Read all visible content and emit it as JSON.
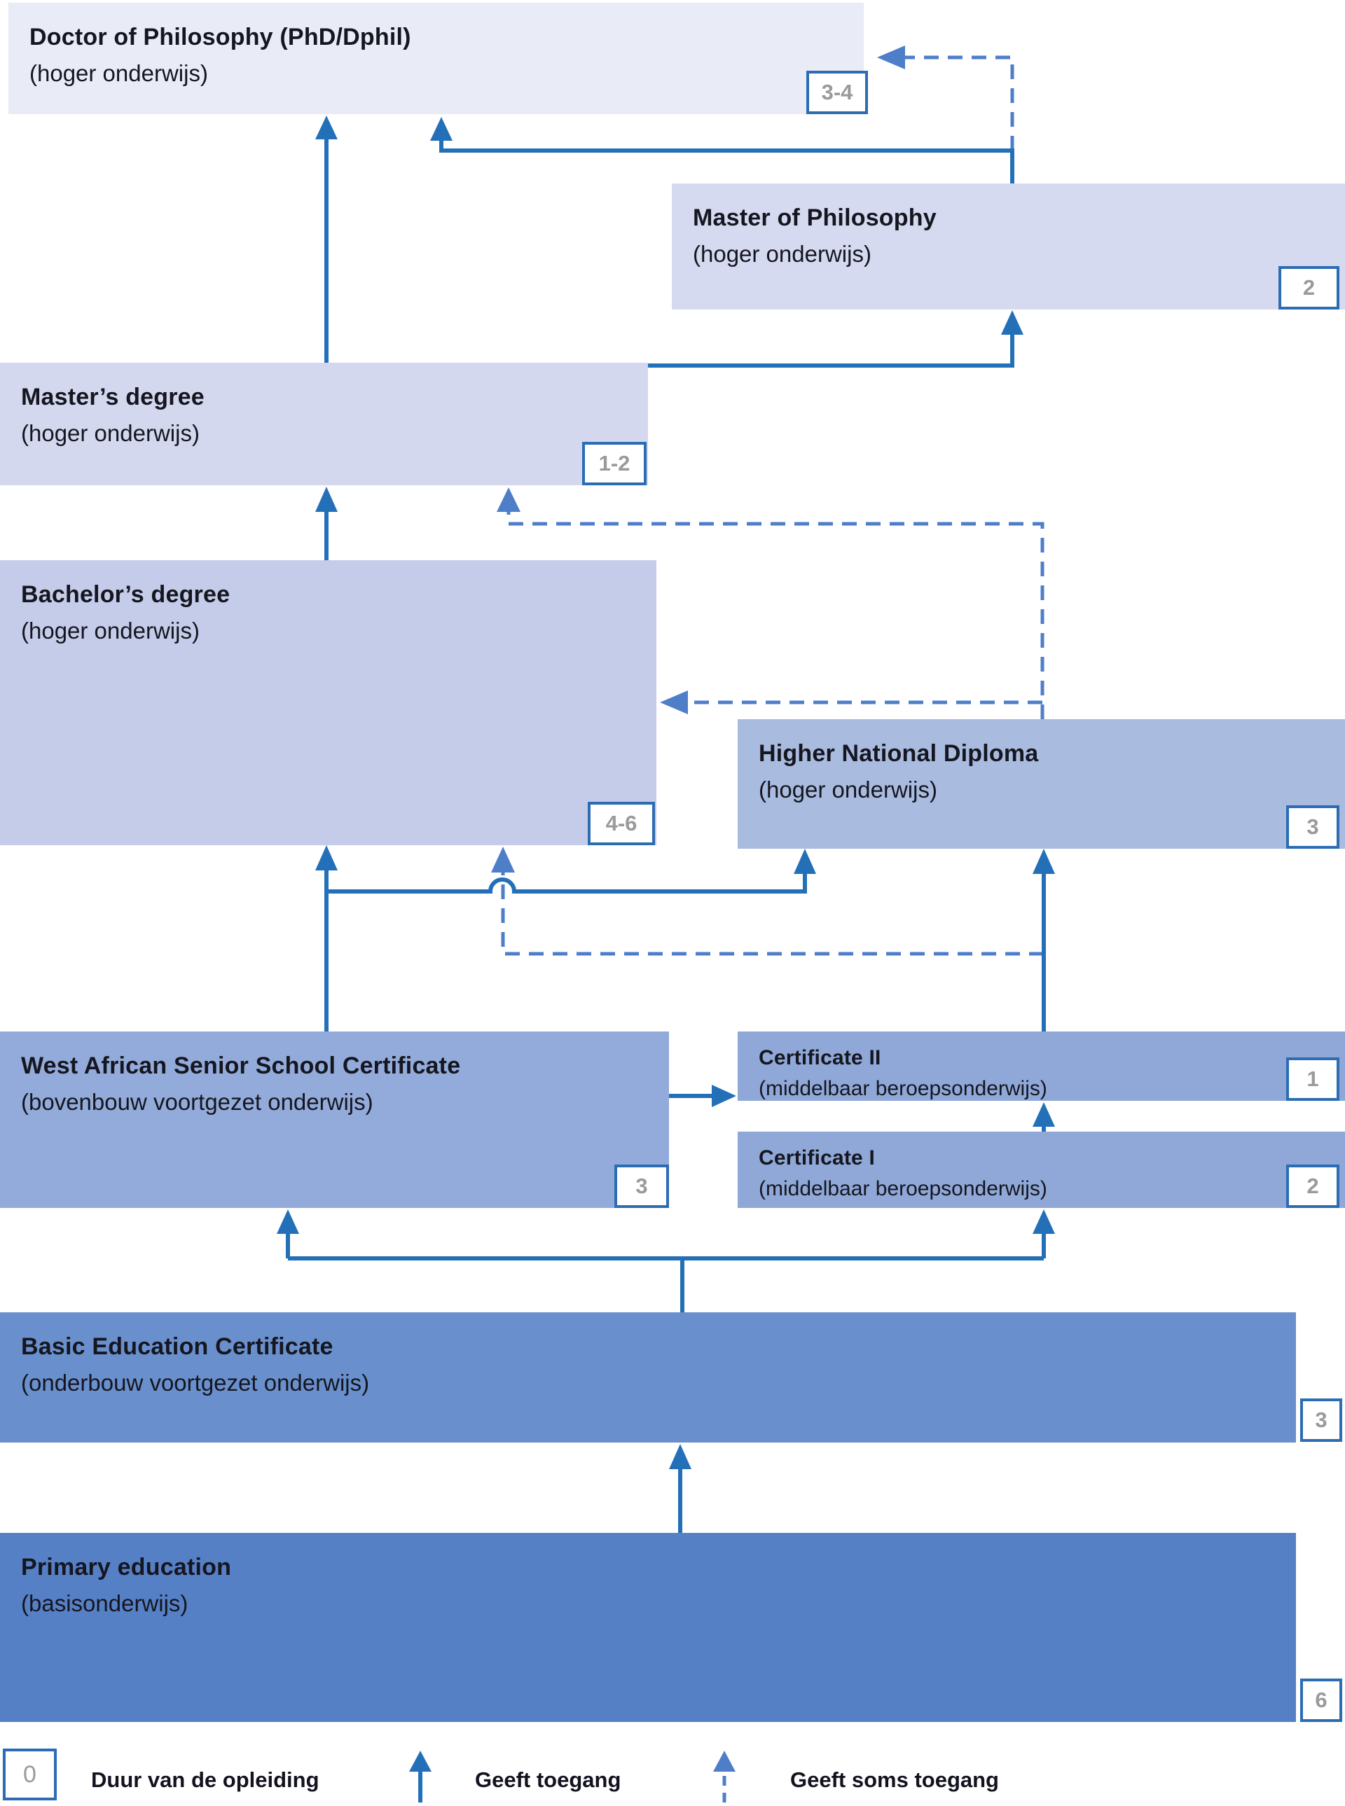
{
  "palette": {
    "background": "#ffffff",
    "solid_arrow": "#2470b8",
    "dashed_arrow": "#4f7ec9",
    "badge_border": "#2b6cb3",
    "badge_text": "#9a9a9a",
    "title_text": "#15161f"
  },
  "boxes": {
    "phd": {
      "title": "Doctor of Philosophy (PhD/Dphil)",
      "subtitle": "(hoger onderwijs)",
      "duration": "3-4",
      "color": "#e9ebf7"
    },
    "mphil": {
      "title": "Master of Philosophy",
      "subtitle": "(hoger onderwijs)",
      "duration": "2",
      "color": "#d6daf0"
    },
    "masters": {
      "title": "Master’s degree",
      "subtitle": "(hoger onderwijs)",
      "duration": "1-2",
      "color": "#d3d8ef"
    },
    "bachelors": {
      "title": "Bachelor’s degree",
      "subtitle": "(hoger onderwijs)",
      "duration": "4-6",
      "color": "#c4cce9"
    },
    "hnd": {
      "title": "Higher National Diploma",
      "subtitle": "(hoger onderwijs)",
      "duration": "3",
      "color": "#aabbe0"
    },
    "wassc": {
      "title": "West African Senior School Certificate",
      "subtitle": "(bovenbouw voortgezet onderwijs)",
      "duration": "3",
      "color": "#93abda"
    },
    "cert2": {
      "title": "Certificate II",
      "subtitle": "(middelbaar beroepsonderwijs)",
      "duration": "1",
      "color": "#8fa8d8"
    },
    "cert1": {
      "title": "Certificate I",
      "subtitle": "(middelbaar beroepsonderwijs)",
      "duration": "2",
      "color": "#8fa8d8"
    },
    "basic": {
      "title": "Basic Education Certificate",
      "subtitle": "(onderbouw voortgezet onderwijs)",
      "duration": "3",
      "color": "#6990cd"
    },
    "primary": {
      "title": "Primary education",
      "subtitle": "(basisonderwijs)",
      "duration": "6",
      "color": "#5680c6"
    }
  },
  "legend": {
    "duration_symbol": "0",
    "duration_label": "Duur van de opleiding",
    "access_label": "Geeft toegang",
    "sometimes_access_label": "Geeft soms toegang"
  }
}
